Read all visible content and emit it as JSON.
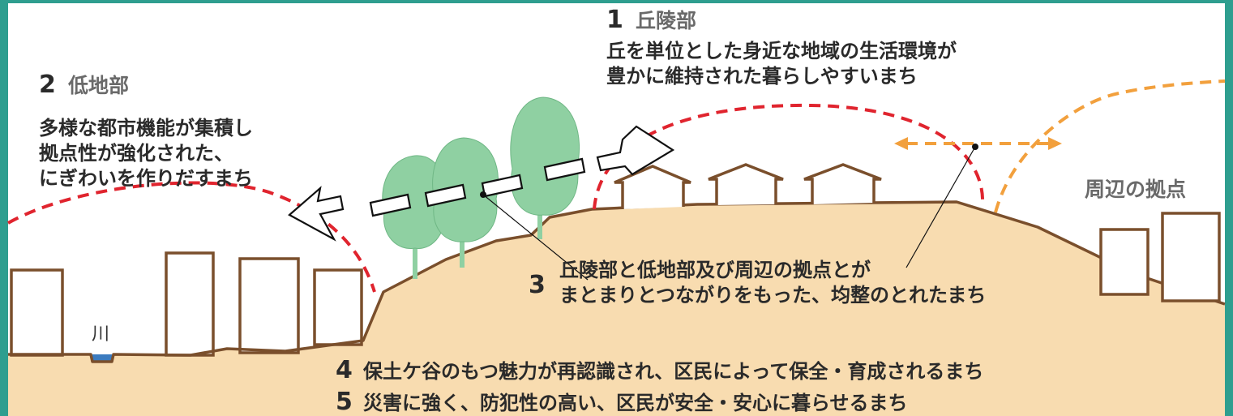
{
  "colors": {
    "frame": "#2e9e8f",
    "ground": "#f8dcb0",
    "ground_edge": "#7a4f2c",
    "tree": "#8fd0a2",
    "trunk": "#8fd0a2",
    "building_edge": "#7a4f2c",
    "river": "#3b7bbf",
    "red_dash": "#e0242e",
    "orange_dash": "#f2a03d"
  },
  "items": [
    {
      "num": "1",
      "heading": "丘陵部",
      "lines": [
        "丘を単位とした身近な地域の生活環境が",
        "豊かに維持された暮らしやすいまち"
      ]
    },
    {
      "num": "2",
      "heading": "低地部",
      "lines": [
        "多様な都市機能が集積し",
        "拠点性が強化された、",
        "にぎわいを作りだすまち"
      ]
    },
    {
      "num": "3",
      "lines": [
        "丘陵部と低地部及び周辺の拠点とが",
        "まとまりとつながりをもった、均整のとれたまち"
      ]
    },
    {
      "num": "4",
      "text": "保土ケ谷のもつ魅力が再認識され、区民によって保全・育成されるまち"
    },
    {
      "num": "5",
      "text": "災害に強く、防犯性の高い、区民が安全・安心に暮らせるまち"
    }
  ],
  "labels": {
    "peripheral_hub": "周辺の拠点",
    "river": "川"
  }
}
